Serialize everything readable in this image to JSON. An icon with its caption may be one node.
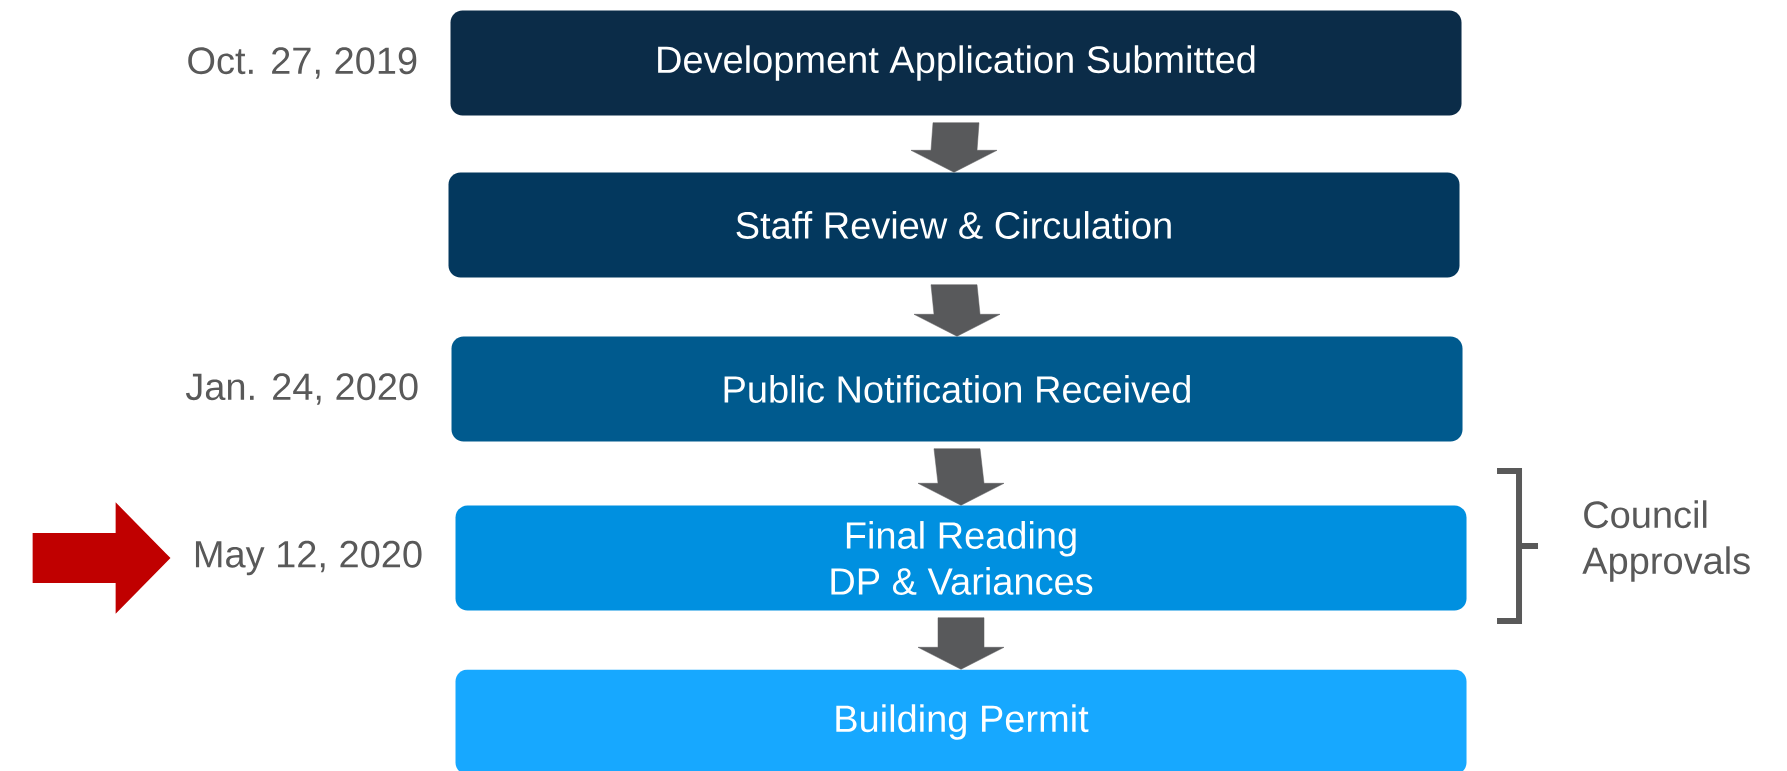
{
  "diagram": {
    "nodes": [
      {
        "text": [
          "Development Application Submitted"
        ],
        "beside": [
          "Oct. 27, 2019"
        ]
      },
      {
        "text": [
          "Staff Review & Circulation"
        ]
      },
      {
        "text": [
          "Public Notification Received"
        ],
        "beside": [
          "Jan. 24, 2020"
        ]
      },
      {
        "text": [
          "Final Reading",
          "DP & Variances"
        ],
        "beside": [
          "May 12, 2020"
        ]
      },
      {
        "text": [
          "Building Permit"
        ]
      }
    ],
    "edges": [
      {
        "from": 0,
        "to": 1,
        "arrow": "to"
      },
      {
        "from": 1,
        "to": 2,
        "arrow": "to"
      },
      {
        "from": 2,
        "to": 3,
        "arrow": "to"
      },
      {
        "from": 3,
        "to": 4,
        "arrow": "to"
      }
    ],
    "labels": [
      "Council Approvals"
    ]
  }
}
